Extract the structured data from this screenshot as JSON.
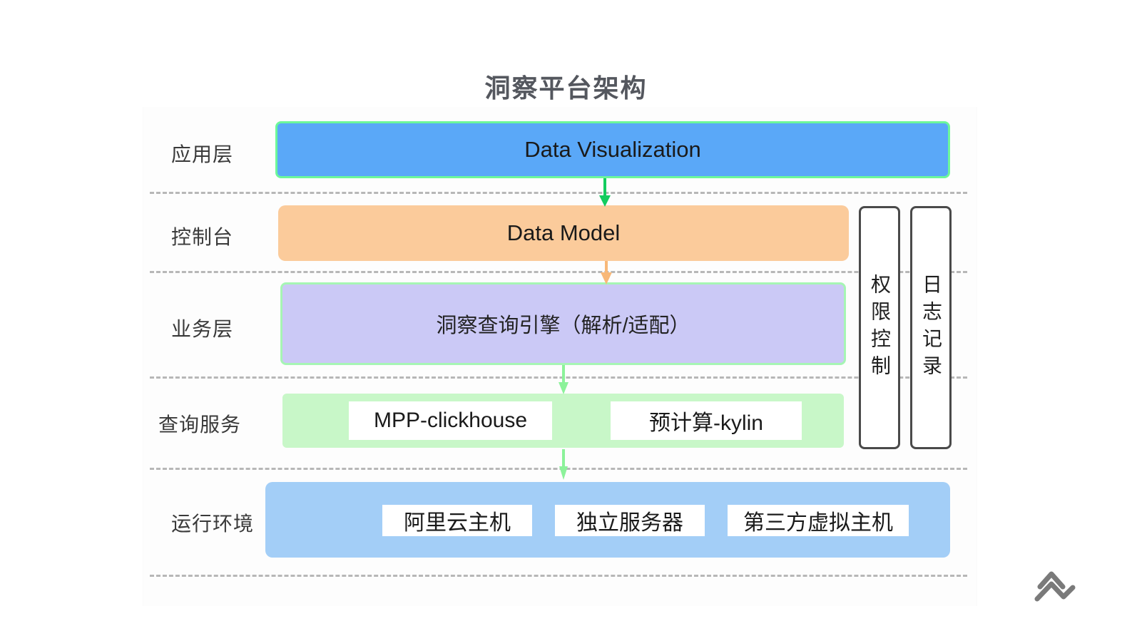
{
  "title": "洞察平台架构",
  "layers": [
    {
      "label": "应用层",
      "key": "application"
    },
    {
      "label": "控制台",
      "key": "console"
    },
    {
      "label": "业务层",
      "key": "business"
    },
    {
      "label": "查询服务",
      "key": "query-service"
    },
    {
      "label": "运行环境",
      "key": "runtime"
    }
  ],
  "boxes": {
    "application": "Data Visualization",
    "data_model": "Data Model",
    "query_engine": "洞察查询引擎（解析/适配）",
    "query_service_items": [
      "MPP-clickhouse",
      "预计算-kylin"
    ],
    "runtime_items": [
      "阿里云主机",
      "独立服务器",
      "第三方虚拟主机"
    ]
  },
  "side_boxes": [
    {
      "label": "权限控制",
      "key": "permission-control"
    },
    {
      "label": "日志记录",
      "key": "log-record"
    }
  ],
  "colors": {
    "title": "#54575e",
    "application_fill": "#5aa8f8",
    "application_border": "#6cf79a",
    "data_model_fill": "#fbcb9b",
    "query_engine_fill": "#cbc9f6",
    "query_engine_border": "#a6f5b4",
    "query_service_fill": "#c8f7c8",
    "runtime_fill": "#a3cef7",
    "side_box_border": "#4a4a4a",
    "separator": "#b7b7b7",
    "arrow_green": "#13cc5e",
    "arrow_orange": "#f8b878",
    "arrow_lightgreen": "#8cf29a",
    "brand_mark": "#7a7a7a"
  },
  "arrows": [
    {
      "key": "app-to-model",
      "color": "#13cc5e"
    },
    {
      "key": "model-to-engine",
      "color": "#f8b878"
    },
    {
      "key": "engine-to-query",
      "color": "#8cf29a"
    },
    {
      "key": "query-to-runtime",
      "color": "#8cf29a"
    }
  ],
  "brand": {
    "icon": "mountain-chevrons-logo"
  }
}
